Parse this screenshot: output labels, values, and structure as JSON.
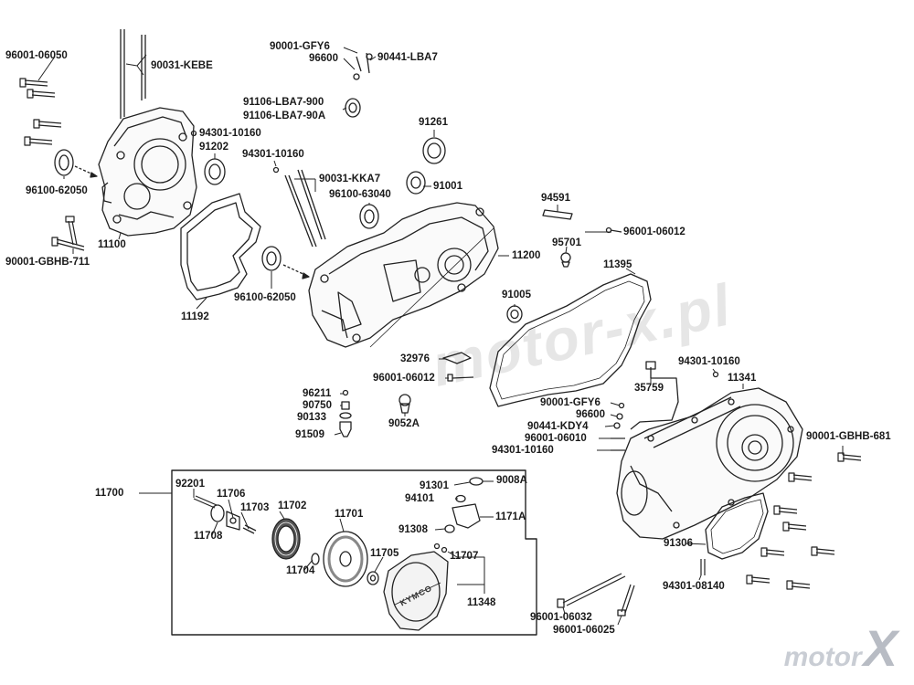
{
  "watermark": "motor-x.pl",
  "logo": {
    "text": "motor",
    "mark": "X"
  },
  "box_cover_text": "KYMCO",
  "labels": [
    "96001-06050",
    "90031-KEBE",
    "90001-GFY6",
    "96600",
    "90441-LBA7",
    "91106-LBA7-900",
    "91106-LBA7-90A",
    "94301-10160",
    "91202",
    "94301-10160",
    "90031-KKA7",
    "91261",
    "91001",
    "96100-63040",
    "96100-62050",
    "90001-GBHB-711",
    "11100",
    "11192",
    "96100-62050",
    "11200",
    "94591",
    "96001-06012",
    "95701",
    "11395",
    "91005",
    "32976",
    "96001-06012",
    "96211",
    "90750",
    "90133",
    "91509",
    "9052A",
    "94301-10160",
    "35759",
    "11341",
    "90001-GFY6",
    "96600",
    "90441-KDY4",
    "96001-06010",
    "94301-10160",
    "90001-GBHB-681",
    "11700",
    "92201",
    "11706",
    "11703",
    "11702",
    "11701",
    "11708",
    "11704",
    "11705",
    "91301",
    "9008A",
    "94101",
    "1171A",
    "91308",
    "11707",
    "11348",
    "91306",
    "94301-08140",
    "96001-06032",
    "96001-06025"
  ]
}
